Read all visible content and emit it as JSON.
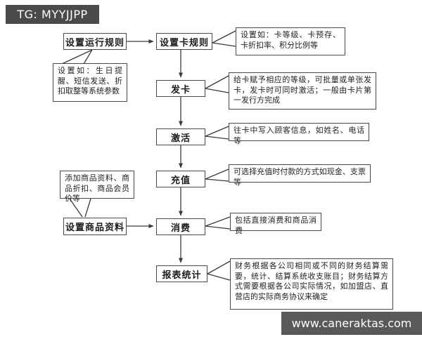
{
  "badge": {
    "text": "TG: MYYJJPP"
  },
  "watermark": {
    "text": "www.caneraktas.com"
  },
  "colors": {
    "badge_bg": "#4a4a4b",
    "watermark_bg": "#58595b",
    "line": "#3a3a3a",
    "box_border": "#4a4a4a",
    "background": "#ffffff"
  },
  "flow": {
    "nodes": {
      "set_run_rules": "设置运行规则",
      "set_card_rules": "设置卡规则",
      "issue_card": "发卡",
      "activate": "激活",
      "recharge": "充值",
      "consume": "消费",
      "report": "报表统计",
      "set_product": "设置商品资料"
    },
    "annotations": {
      "card_rules": "设置如：卡等级、卡预存、卡折扣率、积分比例等",
      "run_rules": "设置如：生日提醒、短信发送、折扣取整等系统参数",
      "issue_card": "给卡赋予相应的等级，可批量或单张发卡，发卡时可同时激活；一般由卡片第一发行方完成",
      "activate": "往卡中写入顾客信息，如姓名、电话等",
      "recharge": "可选择充值时付款的方式如现金、支票等",
      "product": "添加商品资料、商品折扣、商品会员价等",
      "consume": "包括直接消费和商品消费",
      "report": "财务根据各公司相同或不同的财务结算需要，统计、结算系统收支账目；财务结算方式需要根据各公司实际情况，如加盟店、直营店的实际商务协议来确定"
    }
  }
}
